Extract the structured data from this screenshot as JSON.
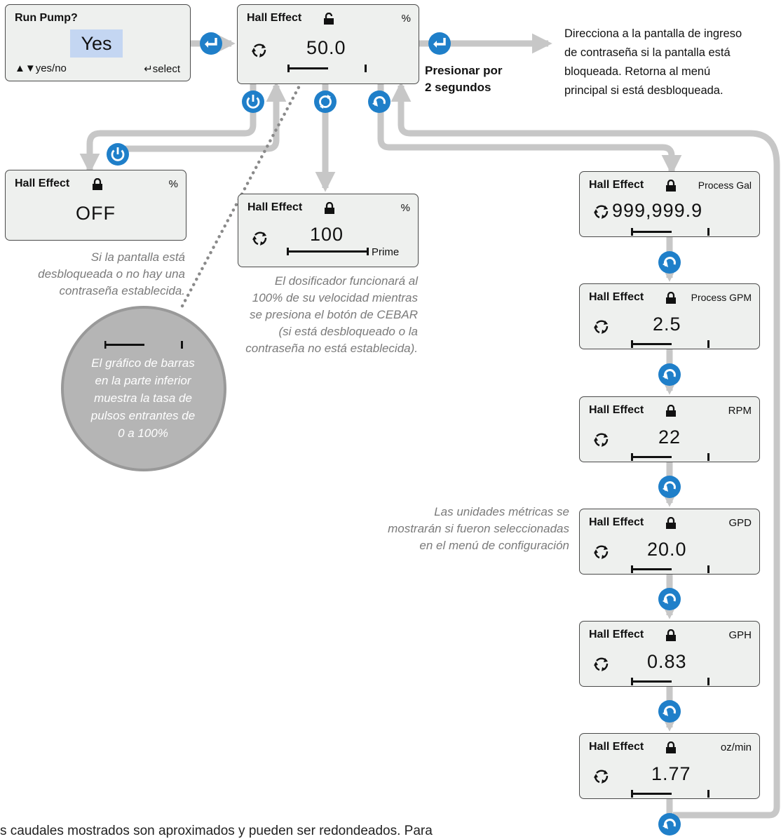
{
  "colors": {
    "button_blue": "#1f7fc9",
    "arrow_gray": "#c7c7c7",
    "note_gray": "#7a7a7a",
    "screen_bg": "#eef0ee"
  },
  "icons": {
    "enter": "enter-arrow-icon",
    "power": "power-icon",
    "prime": "prime-cycle-icon",
    "back": "back-arrow-icon",
    "lock": "padlock-icon",
    "spin": "rotation-icon"
  },
  "run_pump": {
    "title": "Run Pump?",
    "value": "Yes",
    "hint_left": "▲▼yes/no",
    "hint_right": "↵select"
  },
  "main_screen": {
    "title": "Hall Effect",
    "unit": "%",
    "value": "50.0",
    "bar_level_pct": 50
  },
  "off_screen": {
    "title": "Hall Effect",
    "unit": "%",
    "value": "OFF"
  },
  "prime_screen": {
    "title": "Hall Effect",
    "unit": "%",
    "value": "100",
    "bar_label": "Prime",
    "bar_level_pct": 100
  },
  "screens": [
    {
      "title": "Hall Effect",
      "unit": "Process Gal",
      "value": "999,999.9"
    },
    {
      "title": "Hall Effect",
      "unit": "Process GPM",
      "value": "2.5"
    },
    {
      "title": "Hall Effect",
      "unit": "RPM",
      "value": "22"
    },
    {
      "title": "Hall Effect",
      "unit": "GPD",
      "value": "20.0"
    },
    {
      "title": "Hall Effect",
      "unit": "GPH",
      "value": "0.83"
    },
    {
      "title": "Hall Effect",
      "unit": "oz/min",
      "value": "1.77"
    }
  ],
  "press_label": {
    "line1": "Presionar por",
    "line2": "2 segundos"
  },
  "redirect_text": [
    "Direcciona a la pantalla de ingreso",
    "de contraseña si la pantalla está",
    "bloqueada. Retorna al menú",
    "principal si está desbloqueada."
  ],
  "off_note": [
    "Si la pantalla está",
    "desbloqueada o no hay una",
    "contraseña establecida."
  ],
  "prime_note": [
    "El dosificador funcionará al",
    "100% de su velocidad mientras",
    "se presiona el botón de CEBAR",
    "(si está desbloqueado o la",
    "contraseña no está establecida)."
  ],
  "bargraph_note": [
    "El gráfico de barras",
    "en la parte inferior",
    "muestra la tasa de",
    "pulsos entrantes de",
    "0 a 100%"
  ],
  "metric_note": [
    "Las unidades métricas se",
    "mostrarán si fueron seleccionadas",
    "en el menú de configuración"
  ],
  "footer": "s caudales mostrados son aproximados y pueden ser redondeados. Para"
}
